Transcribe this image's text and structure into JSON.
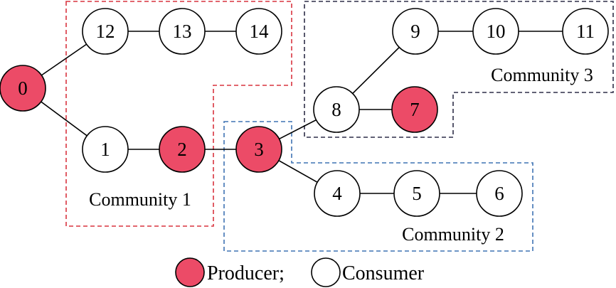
{
  "colors": {
    "producer": "#ec4b67",
    "consumer": "#ffffff",
    "community_1_border": "#d9343f",
    "community_2_border": "#3f73b3",
    "community_3_border": "#2e2e48",
    "edge": "#000000"
  },
  "communities": [
    {
      "id": "community-1",
      "label": "Community 1"
    },
    {
      "id": "community-2",
      "label": "Community 2"
    },
    {
      "id": "community-3",
      "label": "Community 3"
    }
  ],
  "nodes": [
    {
      "id": "0",
      "label": "0",
      "role": "producer"
    },
    {
      "id": "1",
      "label": "1",
      "role": "consumer"
    },
    {
      "id": "2",
      "label": "2",
      "role": "producer"
    },
    {
      "id": "3",
      "label": "3",
      "role": "producer"
    },
    {
      "id": "4",
      "label": "4",
      "role": "consumer"
    },
    {
      "id": "5",
      "label": "5",
      "role": "consumer"
    },
    {
      "id": "6",
      "label": "6",
      "role": "consumer"
    },
    {
      "id": "7",
      "label": "7",
      "role": "producer"
    },
    {
      "id": "8",
      "label": "8",
      "role": "consumer"
    },
    {
      "id": "9",
      "label": "9",
      "role": "consumer"
    },
    {
      "id": "10",
      "label": "10",
      "role": "consumer"
    },
    {
      "id": "11",
      "label": "11",
      "role": "consumer"
    },
    {
      "id": "12",
      "label": "12",
      "role": "consumer"
    },
    {
      "id": "13",
      "label": "13",
      "role": "consumer"
    },
    {
      "id": "14",
      "label": "14",
      "role": "consumer"
    }
  ],
  "edges": [
    [
      "0",
      "12"
    ],
    [
      "12",
      "13"
    ],
    [
      "13",
      "14"
    ],
    [
      "0",
      "1"
    ],
    [
      "1",
      "2"
    ],
    [
      "2",
      "3"
    ],
    [
      "3",
      "8"
    ],
    [
      "8",
      "7"
    ],
    [
      "8",
      "9"
    ],
    [
      "9",
      "10"
    ],
    [
      "10",
      "11"
    ],
    [
      "3",
      "4"
    ],
    [
      "4",
      "5"
    ],
    [
      "5",
      "6"
    ]
  ],
  "legend": {
    "producer_label": "Producer;",
    "consumer_label": "Consumer"
  }
}
